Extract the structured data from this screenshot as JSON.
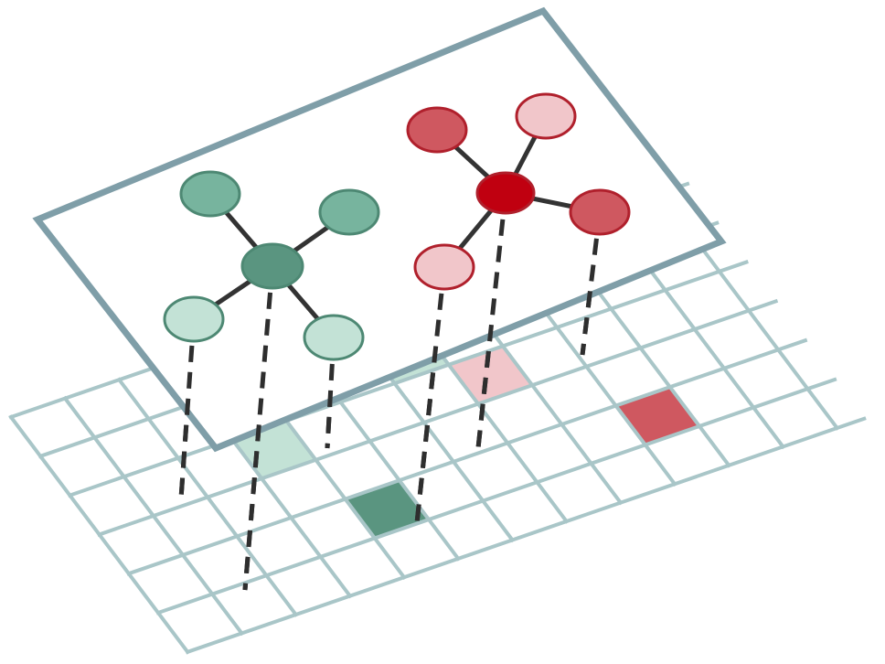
{
  "colors": {
    "grid_line": "#a9c6c8",
    "plane_border": "#7f9ea8",
    "edge": "#333333",
    "dash": "#2e2e2e",
    "green_dark": "#5a9580",
    "green_mid": "#77b49e",
    "green_light": "#c3e2d6",
    "green_stroke": "#4d8873",
    "red_dark": "#c00010",
    "red_mid": "#cf5860",
    "red_light": "#f1c6ca",
    "red_stroke": "#b0202c",
    "white": "#ffffff"
  },
  "network_green": {
    "hub": "green_dark",
    "leaves": [
      "green_mid",
      "green_mid",
      "green_light",
      "green_light"
    ]
  },
  "network_red": {
    "hub": "red_dark",
    "leaves": [
      "red_mid",
      "red_light",
      "red_mid",
      "red_light"
    ]
  },
  "grid": {
    "rows": 6,
    "cols": 10
  },
  "highlighted_cells": [
    {
      "name": "cell-green-light-1",
      "color": "green_light"
    },
    {
      "name": "cell-green-light-2",
      "color": "green_light"
    },
    {
      "name": "cell-green-dark",
      "color": "green_dark"
    },
    {
      "name": "cell-red-light",
      "color": "red_light"
    },
    {
      "name": "cell-red-dark",
      "color": "red_dark"
    },
    {
      "name": "cell-red-mid",
      "color": "red_mid"
    }
  ]
}
